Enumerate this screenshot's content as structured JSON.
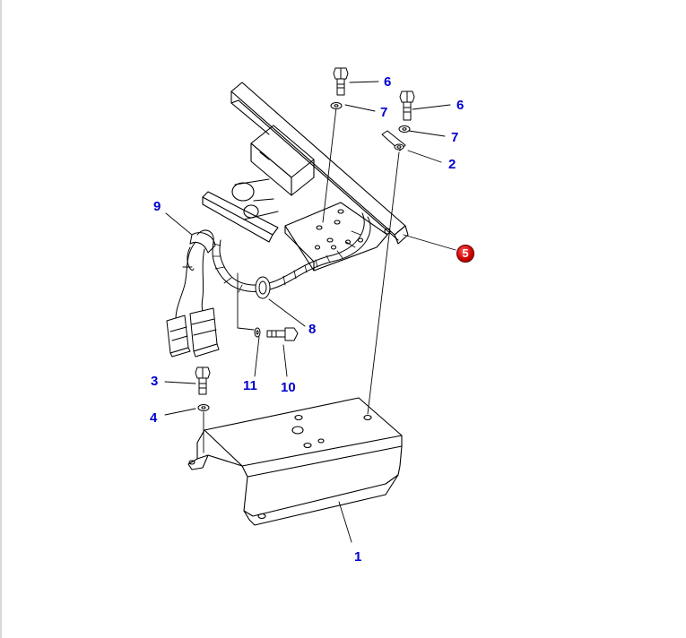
{
  "callouts": {
    "c1": "1",
    "c2": "2",
    "c3": "3",
    "c4": "4",
    "c5": "5",
    "c6a": "6",
    "c6b": "6",
    "c7a": "7",
    "c7b": "7",
    "c8": "8",
    "c9": "9",
    "c10": "10",
    "c11": "11"
  },
  "colors": {
    "callout_text": "#0000cc",
    "highlight": "#d40000",
    "line": "#000000"
  }
}
